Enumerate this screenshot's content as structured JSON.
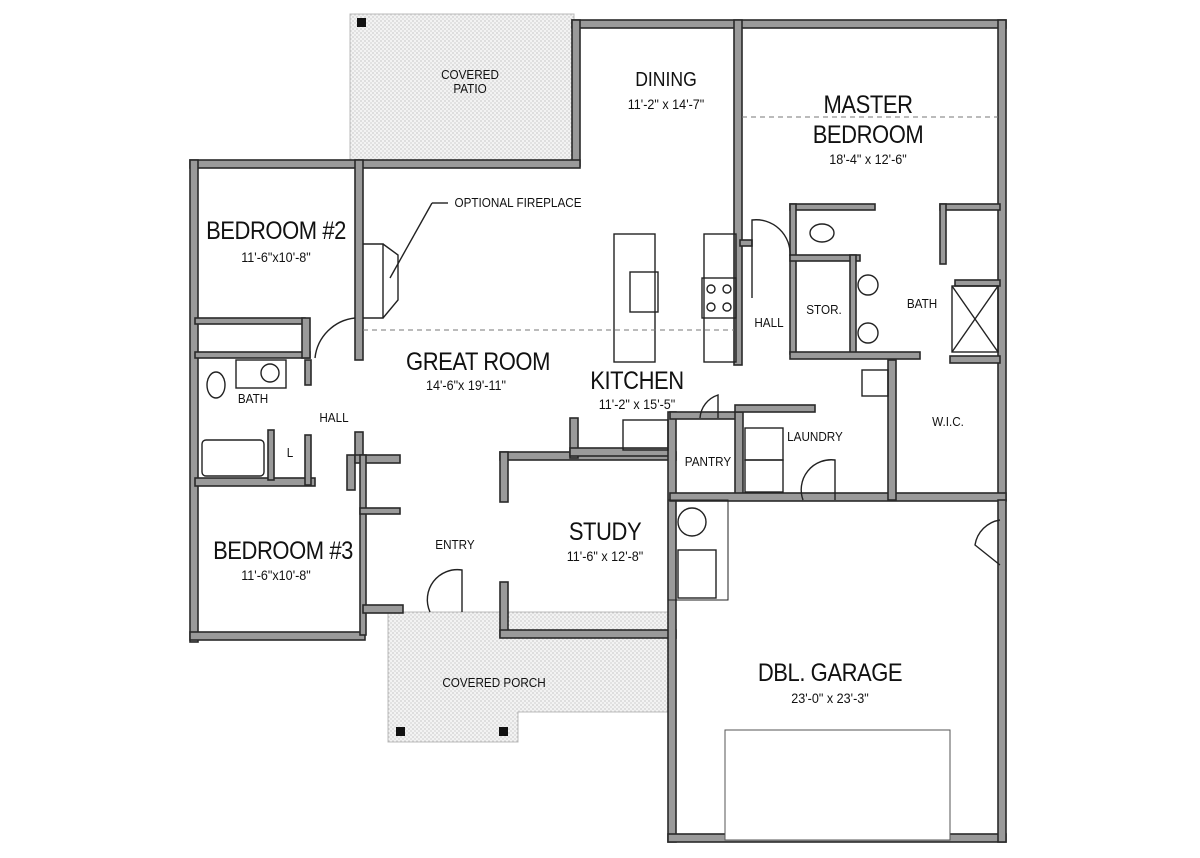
{
  "plan": {
    "rooms": {
      "covered_patio": {
        "line1": "COVERED",
        "line2": "PATIO"
      },
      "dining": {
        "name": "DINING",
        "dims": "11'-2\" x 14'-7\""
      },
      "master_bedroom": {
        "line1": "MASTER",
        "line2": "BEDROOM",
        "dims": "18'-4\" x 12'-6\""
      },
      "bedroom2": {
        "name": "BEDROOM #2",
        "dims": "11'-6\"x10'-8\""
      },
      "great_room": {
        "name": "GREAT ROOM",
        "dims": "14'-6\"x 19'-11\""
      },
      "kitchen": {
        "name": "KITCHEN",
        "dims": "11'-2\" x 15'-5\""
      },
      "bath": {
        "name": "BATH"
      },
      "hall_left": {
        "name": "HALL"
      },
      "linen": {
        "name": "L"
      },
      "hall_right": {
        "name": "HALL"
      },
      "storage": {
        "name": "STOR."
      },
      "master_bath": {
        "name": "BATH"
      },
      "laundry": {
        "name": "LAUNDRY"
      },
      "wic": {
        "name": "W.I.C."
      },
      "pantry": {
        "name": "PANTRY"
      },
      "bedroom3": {
        "name": "BEDROOM #3",
        "dims": "11'-6\"x10'-8\""
      },
      "entry": {
        "name": "ENTRY"
      },
      "study": {
        "name": "STUDY",
        "dims": "11'-6\" x 12'-8\""
      },
      "covered_porch": {
        "name": "COVERED PORCH"
      },
      "garage": {
        "name": "DBL. GARAGE",
        "dims": "23'-0\" x 23'-3\""
      }
    },
    "annotations": {
      "fireplace": "OPTIONAL FIREPLACE"
    }
  }
}
